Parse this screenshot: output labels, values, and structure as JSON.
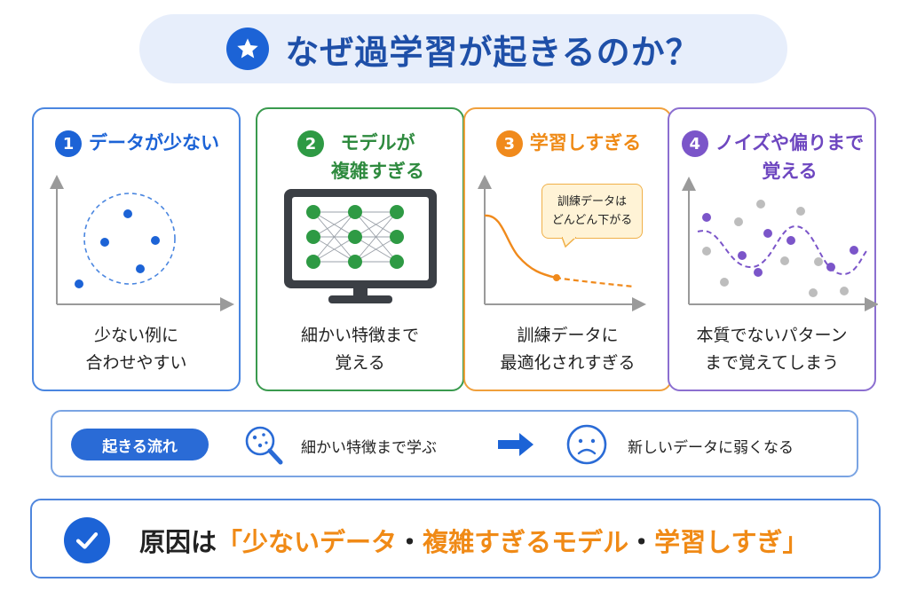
{
  "title": {
    "text": "なぜ過学習が起きるのか？",
    "icon": "star-icon"
  },
  "cards": [
    {
      "num": "1",
      "title_lines": [
        "データが少ない"
      ],
      "caption_lines": [
        "少ない例に",
        "合わせやすい"
      ],
      "color": "#1c63d6"
    },
    {
      "num": "2",
      "title_lines": [
        "モデルが",
        "複雑すぎる"
      ],
      "caption_lines": [
        "細かい特徴まで",
        "覚える"
      ],
      "color": "#2e9a44"
    },
    {
      "num": "3",
      "title_lines": [
        "学習しすぎる"
      ],
      "caption_lines": [
        "訓練データに",
        "最適化されすぎる"
      ],
      "color": "#f08a1c",
      "bubble_lines": [
        "訓練データは",
        "どんどん下がる"
      ]
    },
    {
      "num": "4",
      "title_lines": [
        "ノイズや偏りまで",
        "覚える"
      ],
      "caption_lines": [
        "本質でないパターン",
        "まで覚えてしまう"
      ],
      "color": "#7b55c9"
    }
  ],
  "flow": {
    "label": "起きる流れ",
    "step1": "細かい特徴まで学ぶ",
    "step1_icon": "magnifier-icon",
    "arrow_icon": "arrow-right-icon",
    "step2": "新しいデータに弱くなる",
    "step2_icon": "sad-face-icon"
  },
  "conclusion": {
    "icon": "check-icon",
    "lead": "原因は",
    "open_quote": "「",
    "item1": "少ないデータ",
    "sep1": "・",
    "item2": "複雑すぎるモデル",
    "sep2": "・",
    "item3": "学習しすぎ",
    "close_quote": "」"
  },
  "colors": {
    "primary": "#1c63d6",
    "green": "#2e9a44",
    "orange": "#f08a1c",
    "purple": "#7b55c9",
    "title_bg": "#e7eefb"
  }
}
